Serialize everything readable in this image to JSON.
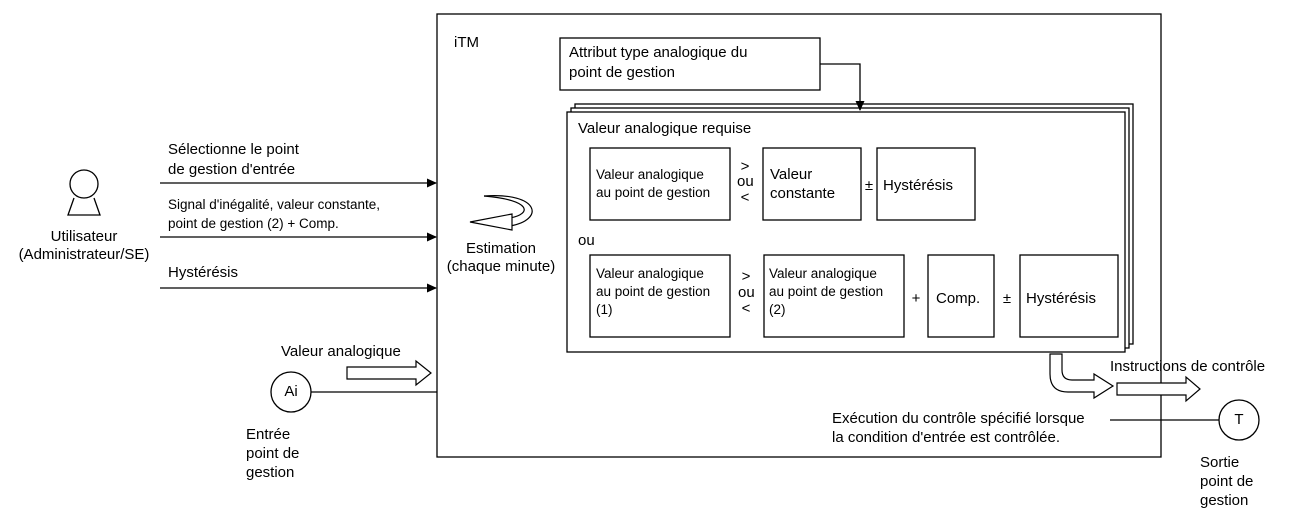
{
  "itm_label": "iTM",
  "attribute_box": {
    "line1": "Attribut type analogique du",
    "line2": "point de gestion"
  },
  "required_value_title": "Valeur analogique requise",
  "row1": {
    "left_line1": "Valeur analogique",
    "left_line2": "au point de gestion",
    "gt": ">",
    "ou": "ou",
    "lt": "<",
    "middle_line1": "Valeur",
    "middle_line2": "constante",
    "pm": "±",
    "right": "Hystérésis"
  },
  "between_rows": "ou",
  "row2": {
    "left_line1": "Valeur analogique",
    "left_line2": "au point de gestion",
    "left_line3": "(1)",
    "gt": ">",
    "ou": "ou",
    "lt": "<",
    "middle_line1": "Valeur analogique",
    "middle_line2": "au point de gestion",
    "middle_line3": "(2)",
    "plus": "+",
    "comp": "Comp.",
    "pm": "±",
    "right": "Hystérésis"
  },
  "user": {
    "line1": "Utilisateur",
    "line2": "(Administrateur/SE)"
  },
  "inputs": {
    "select_line1": "Sélectionne le point",
    "select_line2": "de gestion d'entrée",
    "signal_line1": "Signal d'inégalité, valeur constante,",
    "signal_line2": "point de gestion (2) + Comp.",
    "hysteresis": "Hystérésis"
  },
  "estimation": {
    "line1": "Estimation",
    "line2": "(chaque minute)"
  },
  "analog_value_label": "Valeur analogique",
  "ai_circle": "Ai",
  "input_point": {
    "line1": "Entrée",
    "line2": "point de",
    "line3": "gestion"
  },
  "control_instructions": "Instructions de contrôle",
  "execution": {
    "line1": "Exécution du contrôle spécifié lorsque",
    "line2": "la condition d'entrée est contrôlée."
  },
  "t_circle": "T",
  "output_point": {
    "line1": "Sortie",
    "line2": "point de",
    "line3": "gestion"
  }
}
